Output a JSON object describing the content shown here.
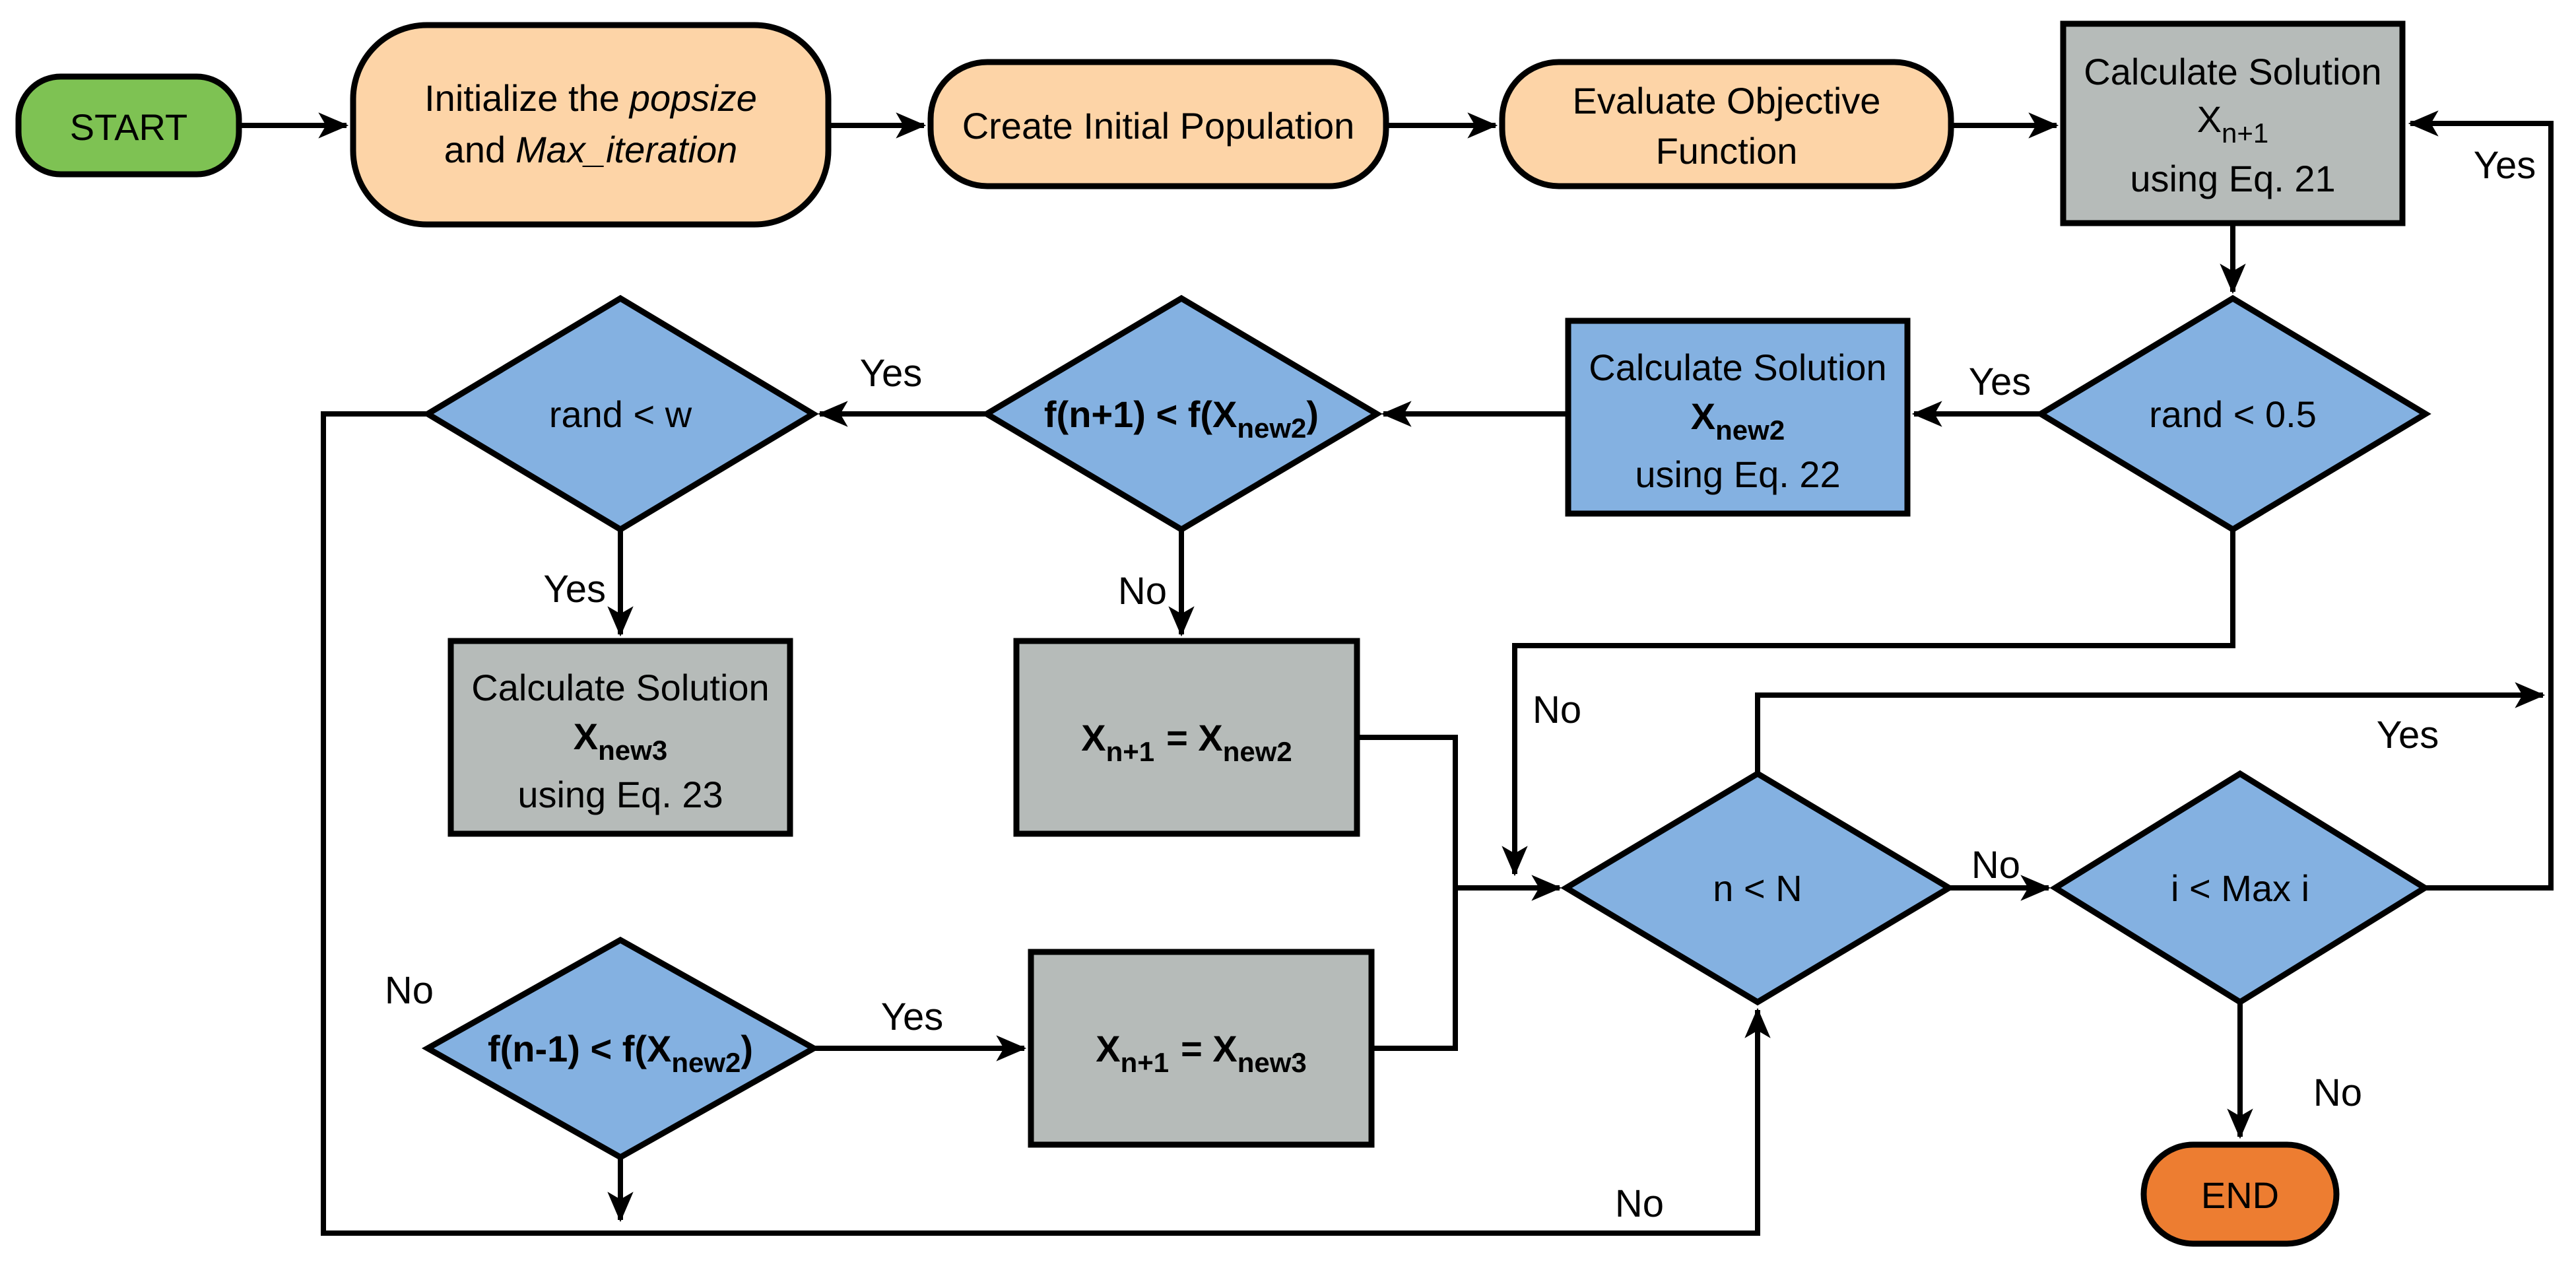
{
  "colors": {
    "green": "#7ec253",
    "peach": "#fdd4a7",
    "gray": "#b6bbb9",
    "blue": "#84b1e1",
    "orange": "#ed7d31",
    "line": "#000000"
  },
  "nodes": {
    "start": {
      "label": "START"
    },
    "init": {
      "line1_regular": "Initialize the",
      "line1_italic": "popsize",
      "line2_regular": "and",
      "line2_italic": "Max_iteration"
    },
    "create": {
      "label": "Create Initial Population"
    },
    "evaluate": {
      "line1": "Evaluate Objective",
      "line2": "Function"
    },
    "calc21": {
      "line1": "Calculate Solution",
      "var_main": "X",
      "var_sub": "n+1",
      "line3": "using Eq. 21"
    },
    "rand05": {
      "label": "rand < 0.5"
    },
    "calc22": {
      "line1": "Calculate Solution",
      "var_main": "X",
      "var_sub": "new2",
      "line3": "using Eq. 22"
    },
    "cond_fnp1": {
      "pre": "f(n+1) < f(X",
      "sub": "new2",
      "post": ")"
    },
    "randw": {
      "label": "rand < w"
    },
    "calc23": {
      "line1": "Calculate Solution",
      "var_main": "X",
      "var_sub": "new3",
      "line3": "using Eq. 23"
    },
    "assign_new2": {
      "lhs": "X",
      "lhs_sub": "n+1",
      "mid": "= X",
      "rhs_sub": "new2"
    },
    "cond_fnm1": {
      "pre": "f(n-1) < f(X",
      "sub": "new2",
      "post": ")"
    },
    "assign_new3": {
      "lhs": "X",
      "lhs_sub": "n+1",
      "mid": "= X",
      "rhs_sub": "new3"
    },
    "cond_n": {
      "label": "n < N"
    },
    "cond_i": {
      "label": "i < Max i"
    },
    "end": {
      "label": "END"
    }
  },
  "edge_labels": {
    "yes": "Yes",
    "no": "No"
  }
}
